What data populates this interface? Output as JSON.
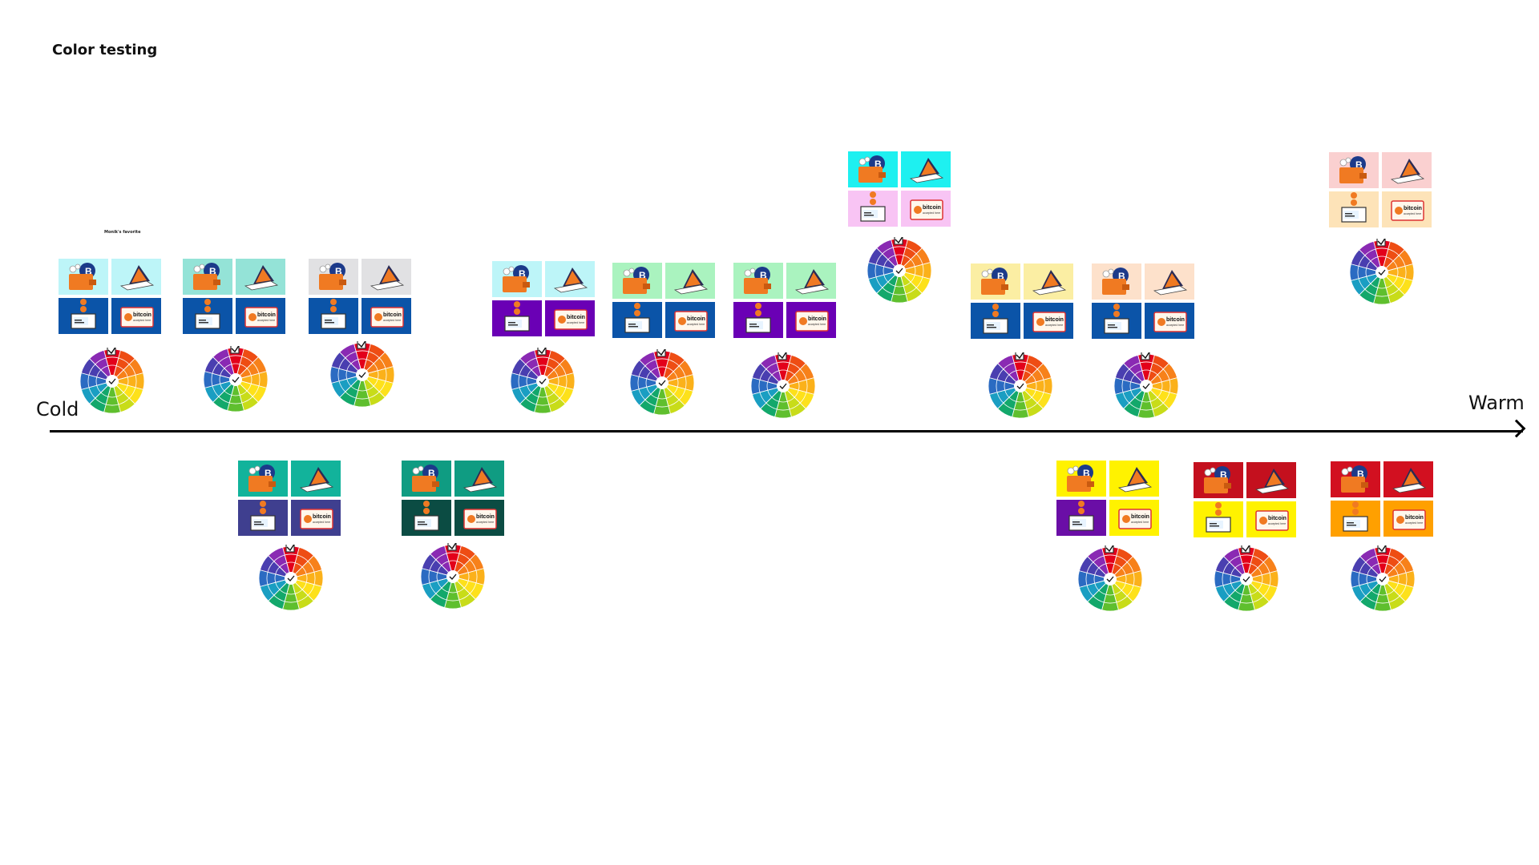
{
  "board": {
    "title": "Color testing",
    "favorite_note": "Monik's favorite",
    "axis": {
      "start_label": "Cold",
      "end_label": "Warm"
    }
  },
  "icons": {
    "wallet": "bitcoin-wallet-icon",
    "laptop": "laptop-icon",
    "atm": "bitcoin-atm-icon",
    "sign": "bitcoin-sign-icon",
    "wheel": "color-wheel-icon",
    "check": "checkmark-icon"
  },
  "sign_text": {
    "brand": "bitcoin",
    "sub": "accepted here"
  },
  "options": [
    {
      "id": "o1",
      "row": "top",
      "tile_colors": [
        "#bdf5f8",
        "#bdf5f8",
        "#0b54a8",
        "#0b54a8"
      ]
    },
    {
      "id": "o2",
      "row": "top",
      "tile_colors": [
        "#94e3d7",
        "#94e3d7",
        "#0b54a8",
        "#0b54a8"
      ]
    },
    {
      "id": "o3",
      "row": "top",
      "tile_colors": [
        "#e1e1e3",
        "#e1e1e3",
        "#0b54a8",
        "#0b54a8"
      ]
    },
    {
      "id": "o4",
      "row": "top",
      "tile_colors": [
        "#bdf5f8",
        "#bdf5f8",
        "#6a00b5",
        "#6a00b5"
      ]
    },
    {
      "id": "o5",
      "row": "top",
      "tile_colors": [
        "#aaf3bf",
        "#aaf3bf",
        "#0b54a8",
        "#0b54a8"
      ]
    },
    {
      "id": "o6",
      "row": "top",
      "tile_colors": [
        "#aaf3bf",
        "#aaf3bf",
        "#6a00b5",
        "#6a00b5"
      ]
    },
    {
      "id": "o7",
      "row": "top",
      "tile_colors": [
        "#1ef0f0",
        "#1ef0f0",
        "#f8c4f4",
        "#f8c4f4"
      ]
    },
    {
      "id": "o8",
      "row": "top",
      "tile_colors": [
        "#fbeea3",
        "#fbeea3",
        "#0b54a8",
        "#0b54a8"
      ]
    },
    {
      "id": "o9",
      "row": "top",
      "tile_colors": [
        "#fde1cb",
        "#fde1cb",
        "#0b54a8",
        "#0b54a8"
      ]
    },
    {
      "id": "o10",
      "row": "top",
      "tile_colors": [
        "#fad0d0",
        "#fad0d0",
        "#fde3b8",
        "#fde3b8"
      ]
    },
    {
      "id": "o11",
      "row": "bottom",
      "tile_colors": [
        "#12b39b",
        "#12b39b",
        "#3f3f8f",
        "#3f3f8f"
      ]
    },
    {
      "id": "o12",
      "row": "bottom",
      "tile_colors": [
        "#0f9c82",
        "#0f9c82",
        "#0b4c43",
        "#0b4c43"
      ]
    },
    {
      "id": "o13",
      "row": "bottom",
      "tile_colors": [
        "#fff200",
        "#fff200",
        "#6a0ea6",
        "#fff200"
      ]
    },
    {
      "id": "o14",
      "row": "bottom",
      "tile_colors": [
        "#c4101e",
        "#c4101e",
        "#fff200",
        "#fff200"
      ]
    },
    {
      "id": "o15",
      "row": "bottom",
      "tile_colors": [
        "#d21020",
        "#d21020",
        "#ffa000",
        "#ffa000"
      ]
    }
  ]
}
